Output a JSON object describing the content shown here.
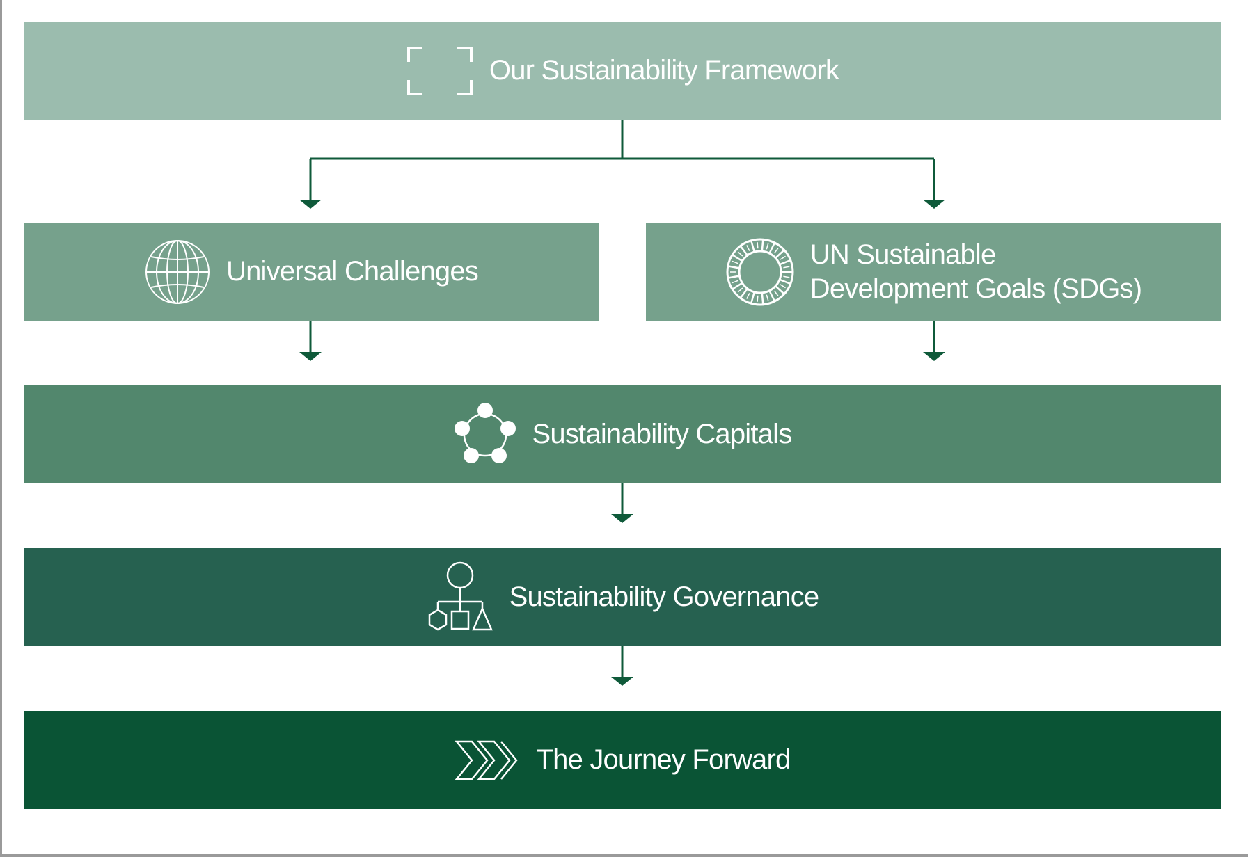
{
  "diagram": {
    "title": "Our Sustainability Framework",
    "nodes": {
      "framework": {
        "label": "Our Sustainability Framework",
        "icon": "bracket-frame-icon",
        "color": "#9bbcae"
      },
      "universal": {
        "label": "Universal Challenges",
        "icon": "globe-icon",
        "color": "#76a18c"
      },
      "sdgs": {
        "line1": "UN Sustainable",
        "line2": "Development Goals (SDGs)",
        "icon": "sdg-wheel-icon",
        "color": "#76a18c"
      },
      "capitals": {
        "label": "Sustainability Capitals",
        "icon": "network-circle-icon",
        "color": "#52876d"
      },
      "governance": {
        "label": "Sustainability Governance",
        "icon": "org-chart-icon",
        "color": "#266150"
      },
      "journey": {
        "label": "The Journey Forward",
        "icon": "chevrons-forward-icon",
        "color": "#0a5435"
      }
    },
    "edges": [
      {
        "from": "framework",
        "to": "universal"
      },
      {
        "from": "framework",
        "to": "sdgs"
      },
      {
        "from": "universal",
        "to": "capitals"
      },
      {
        "from": "sdgs",
        "to": "capitals"
      },
      {
        "from": "capitals",
        "to": "governance"
      },
      {
        "from": "governance",
        "to": "journey"
      }
    ],
    "connector_color": "#0f5a3a"
  }
}
